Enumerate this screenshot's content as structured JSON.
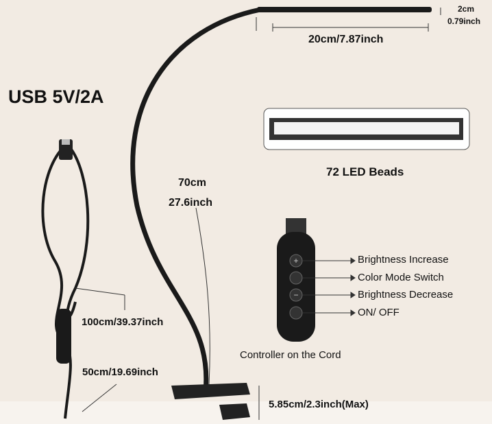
{
  "power_label": "USB 5V/2A",
  "head_length": "20cm/7.87inch",
  "head_width": [
    "2cm",
    "0.79inch"
  ],
  "led_label": "72 LED Beads",
  "gooseneck_length": [
    "70cm",
    "27.6inch"
  ],
  "cable_length": "100cm/39.37inch",
  "cable_to_controller": "50cm/19.69inch",
  "clip_opening": "5.85cm/2.3inch(Max)",
  "controller_caption": "Controller on the Cord",
  "controller_buttons": [
    {
      "icon": "plus-icon",
      "label": "Brightness Increase"
    },
    {
      "icon": "color-mode-icon",
      "label": "Color Mode Switch"
    },
    {
      "icon": "minus-icon",
      "label": "Brightness Decrease"
    },
    {
      "icon": "power-icon",
      "label": "ON/ OFF"
    }
  ]
}
